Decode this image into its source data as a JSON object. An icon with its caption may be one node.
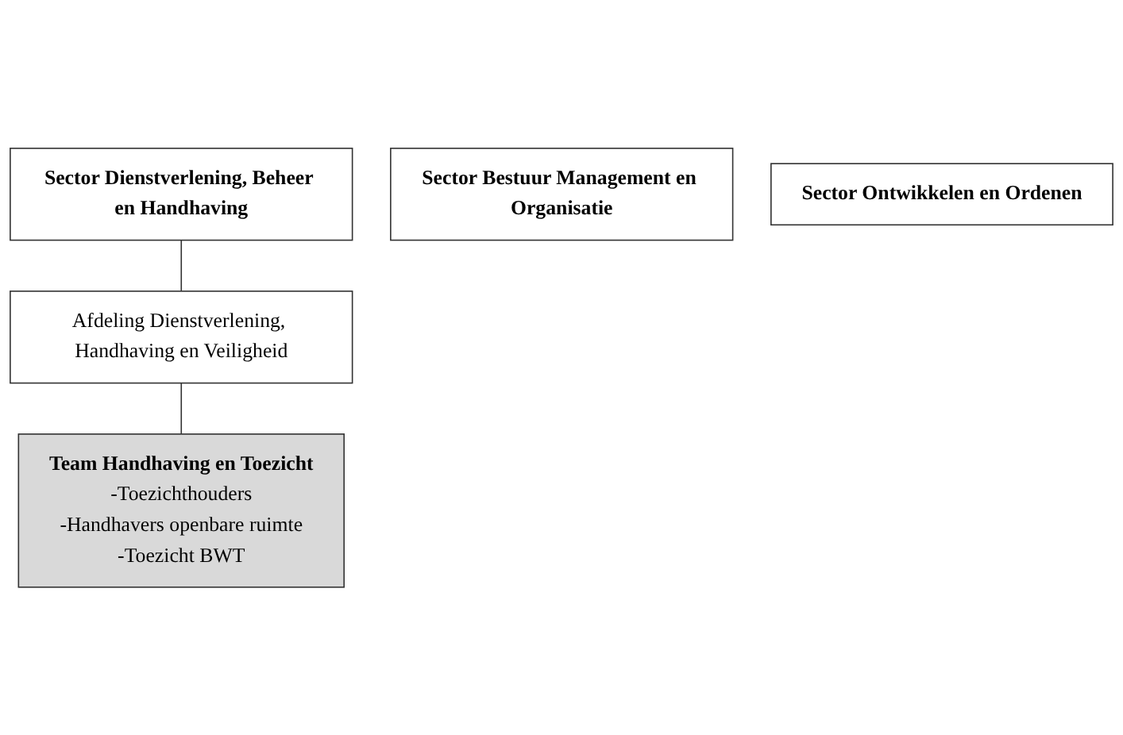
{
  "diagram": {
    "nodes": [
      {
        "text": [
          "Sector Dienstverlening, Beheer en Handhaving"
        ]
      },
      {
        "text": [
          "Sector Bestuur Management en Organisatie"
        ]
      },
      {
        "text": [
          "Sector Ontwikkelen en Ordenen"
        ]
      },
      {
        "text": [
          "Afdeling Dienstverlening, Handhaving en Veiligheid"
        ]
      },
      {
        "text": [
          "Team Handhaving en Toezicht",
          "-Toezichthouders",
          "-Handhavers openbare ruimte",
          "-Toezicht BWT"
        ]
      }
    ],
    "edges": [
      {
        "from": 0,
        "to": 3,
        "arrow": "none"
      },
      {
        "from": 3,
        "to": 4,
        "arrow": "none"
      }
    ]
  }
}
